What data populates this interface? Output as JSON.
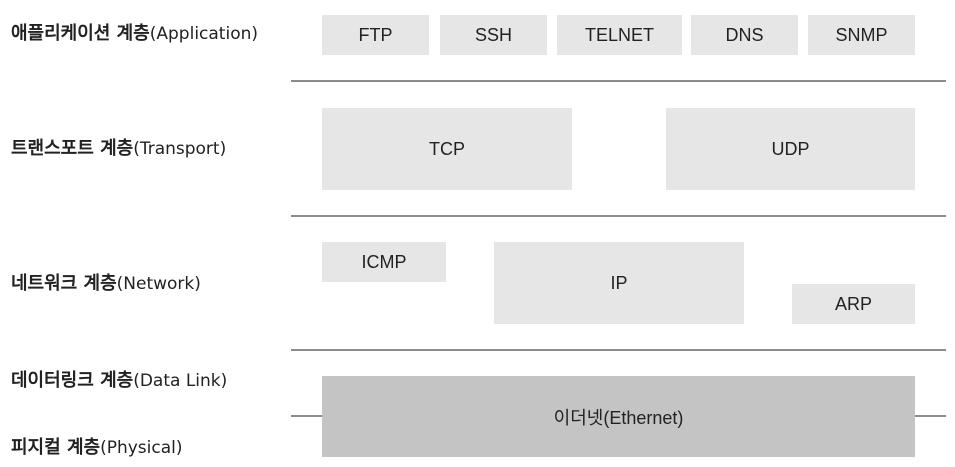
{
  "layers": {
    "application": {
      "name": "애플리케이션 계층",
      "en": "(Application)"
    },
    "transport": {
      "name": "트랜스포트 계층",
      "en": "(Transport)"
    },
    "network": {
      "name": "네트워크 계층",
      "en": "(Network)"
    },
    "datalink": {
      "name": "데이터링크 계층",
      "en": "(Data Link)"
    },
    "physical": {
      "name": "피지컬 계층",
      "en": "(Physical)"
    }
  },
  "protocols": {
    "application": [
      "FTP",
      "SSH",
      "TELNET",
      "DNS",
      "SNMP"
    ],
    "transport": [
      "TCP",
      "UDP"
    ],
    "network": {
      "icmp": "ICMP",
      "ip": "IP",
      "arp": "ARP"
    },
    "link": "이더넷(Ethernet)"
  },
  "colors": {
    "box": "#e6e6e6",
    "ethernet_box": "#c4c4c4",
    "divider": "#8c8c8c",
    "text": "#222222"
  }
}
